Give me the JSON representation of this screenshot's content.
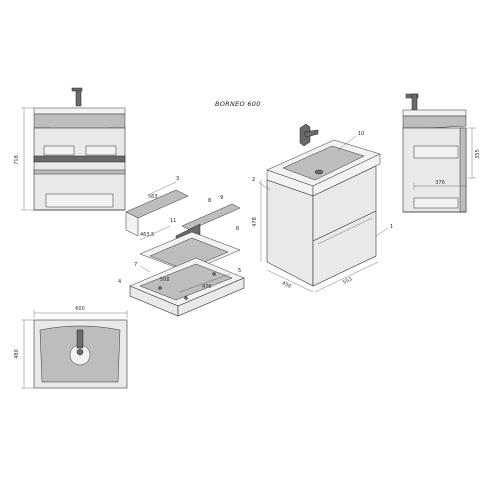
{
  "title": "BORNEO 600",
  "front_view": {
    "height_label": "718"
  },
  "top_view": {
    "width_label": "600",
    "depth_label": "480"
  },
  "side_view": {
    "height_label": "355",
    "depth_label": "376"
  },
  "iso_view": {
    "height_label": "478",
    "depth_label": "450",
    "width_label": "553",
    "callouts": [
      "10",
      "2",
      "1"
    ]
  },
  "exploded_view": {
    "callouts": [
      "3",
      "8",
      "9",
      "11",
      "6",
      "7",
      "4",
      "5"
    ],
    "dim_a": "563",
    "dim_b": "463,5",
    "dim_c": "508",
    "dim_d": "476"
  }
}
